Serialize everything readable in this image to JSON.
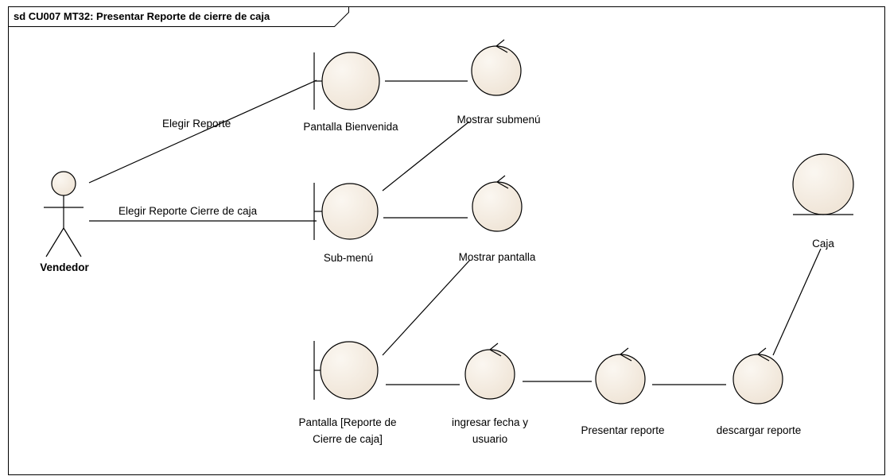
{
  "frame": {
    "title": "sd CU007 MT32: Presentar Reporte de cierre de caja"
  },
  "colors": {
    "shape_fill": "#f3ebe0",
    "shape_fill_light": "#fbf7f1",
    "stroke": "#000000"
  },
  "actor": {
    "name": "Vendedor"
  },
  "boundaries": {
    "pantalla_bienvenida": [
      "Pantalla Bienvenida"
    ],
    "sub_menu": [
      "Sub-menú"
    ],
    "pantalla_reporte": [
      "Pantalla [Reporte de",
      "Cierre de caja]"
    ]
  },
  "controls": {
    "mostrar_submenu": [
      "Mostrar submenú"
    ],
    "mostrar_pantalla": [
      "Mostrar pantalla"
    ],
    "ingresar_fecha": [
      "ingresar fecha y",
      "usuario"
    ],
    "presentar_reporte": [
      "Presentar reporte"
    ],
    "descargar_reporte": [
      "descargar reporte"
    ]
  },
  "entities": {
    "caja": [
      "Caja"
    ]
  },
  "edge_labels": {
    "elegir_reporte": "Elegir Reporte",
    "elegir_reporte_cierre": "Elegir Reporte Cierre de caja"
  }
}
